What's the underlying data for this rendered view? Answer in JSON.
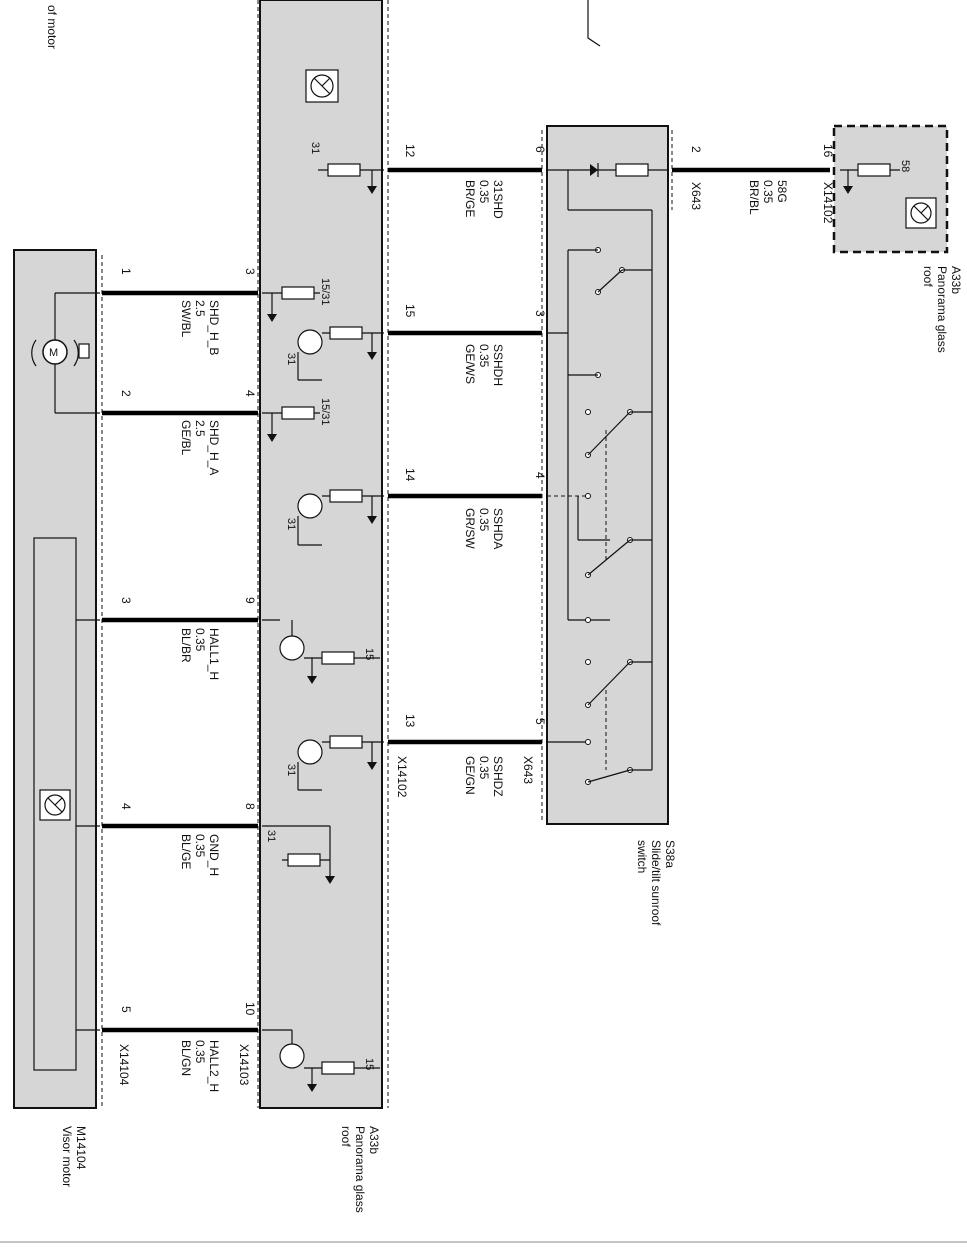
{
  "top_left_fragment": "of motor",
  "modules": {
    "visor_motor": {
      "id": "M14104",
      "name": "Visor motor",
      "connector": "X14104"
    },
    "panorama_roof_main": {
      "id": "A33b",
      "name_line1": "Panorama glass",
      "name_line2": "roof",
      "connector_left": "X14103",
      "connector_right": "X14102"
    },
    "switch": {
      "id": "S38a",
      "name_line1": "Slide/tilt sunroof",
      "name_line2": "switch",
      "connector": "X643"
    },
    "panorama_roof_small": {
      "id": "A33b",
      "name_line1": "Panorama glass",
      "name_line2": "roof",
      "connector": "X14102",
      "terminal": "58"
    }
  },
  "left_wires": [
    {
      "pin_motor": "1",
      "pin_roof": "3",
      "signal": "SHD_H_B",
      "size": "2.5",
      "color": "SW/BL"
    },
    {
      "pin_motor": "2",
      "pin_roof": "4",
      "signal": "SHD_H_A",
      "size": "2.5",
      "color": "GE/BL"
    },
    {
      "pin_motor": "3",
      "pin_roof": "9",
      "signal": "HALL1_H",
      "size": "0.35",
      "color": "BL/BR"
    },
    {
      "pin_motor": "4",
      "pin_roof": "8",
      "signal": "GND_H",
      "size": "0.35",
      "color": "BL/GE"
    },
    {
      "pin_motor": "5",
      "pin_roof": "10",
      "signal": "HALL2_H",
      "size": "0.35",
      "color": "BL/GN"
    }
  ],
  "right_wires": [
    {
      "pin_roof": "12",
      "pin_switch": "6",
      "signal": "31SHD",
      "size": "0.35",
      "color": "BR/GE"
    },
    {
      "pin_roof": "15",
      "pin_switch": "3",
      "signal": "SSHDH",
      "size": "0.35",
      "color": "GE/WS"
    },
    {
      "pin_roof": "14",
      "pin_switch": "4",
      "signal": "SSHDA",
      "size": "0.35",
      "color": "GR/SW"
    },
    {
      "pin_roof": "13",
      "pin_switch": "5",
      "signal": "SSHDZ",
      "size": "0.35",
      "color": "GE/GN"
    }
  ],
  "far_wire": {
    "pin_switch": "2",
    "pin_roof": "16",
    "signal": "58G",
    "size": "0.35",
    "color": "BR/BL"
  },
  "internal_labels": {
    "ground_31": "31",
    "term_15_31": "15/31",
    "term_15": "15"
  }
}
